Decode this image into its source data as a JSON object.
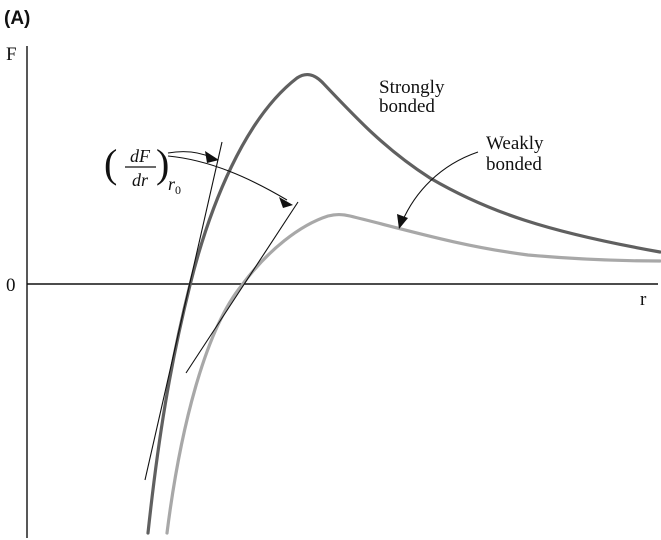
{
  "panel_label": "(A)",
  "axes": {
    "y_label": "F",
    "x_label": "r",
    "zero_label": "0"
  },
  "curves": [
    {
      "name": "strongly_bonded",
      "label_line1": "Strongly",
      "label_line2": "bonded",
      "color": "#606060"
    },
    {
      "name": "weakly_bonded",
      "label_line1": "Weakly",
      "label_line2": "bonded",
      "color": "#a8a8a8"
    }
  ],
  "derivative_label": {
    "numerator": "dF",
    "denominator": "dr",
    "subscript": "r",
    "subscript_index": "0"
  },
  "colors": {
    "axis": "#111111",
    "tangent": "#111111",
    "arrow": "#111111"
  }
}
